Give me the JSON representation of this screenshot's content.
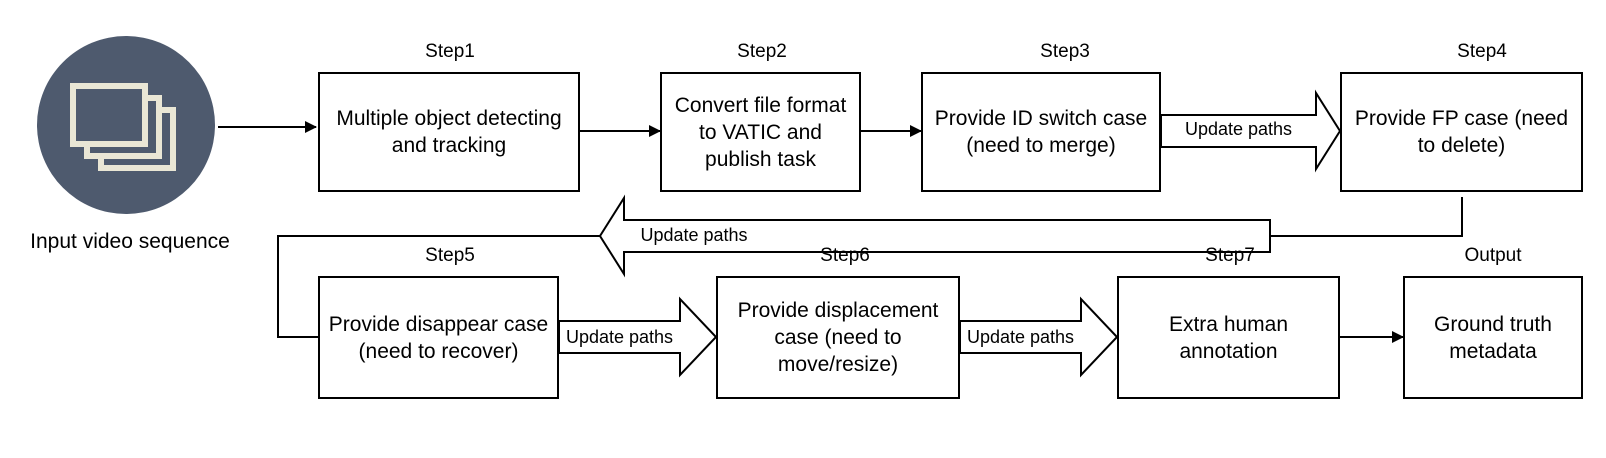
{
  "input": {
    "label": "Input video sequence",
    "icon": "video-sequence-icon"
  },
  "steps": [
    {
      "heading": "Step1",
      "text": "Multiple object detecting and tracking"
    },
    {
      "heading": "Step2",
      "text": "Convert file format to VATIC and publish task"
    },
    {
      "heading": "Step3",
      "text": "Provide ID switch case (need to merge)"
    },
    {
      "heading": "Step4",
      "text": "Provide FP case (need to delete)"
    },
    {
      "heading": "Step5",
      "text": "Provide disappear case (need to recover)"
    },
    {
      "heading": "Step6",
      "text": "Provide displacement case (need to move/resize)"
    },
    {
      "heading": "Step7",
      "text": "Extra human annotation"
    },
    {
      "heading": "Output",
      "text": "Ground truth metadata"
    }
  ],
  "connectors": {
    "update_paths_label": "Update paths"
  },
  "colors": {
    "icon_circle": "#4e5a6e",
    "icon_frames": "#e9e6d5"
  }
}
